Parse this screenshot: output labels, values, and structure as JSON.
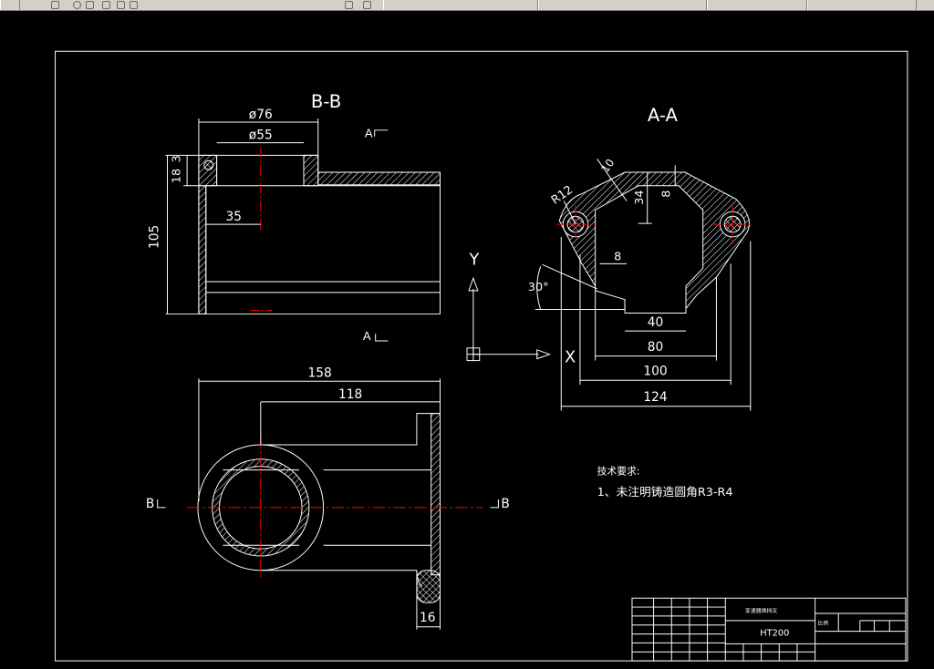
{
  "toolbar": {
    "icons": [
      "new-icon",
      "open-icon",
      "save-icon",
      "print-icon",
      "plot-icon",
      "undo-icon",
      "redo-icon",
      "layer-icon"
    ]
  },
  "drawing": {
    "section_bb_title": "B-B",
    "section_aa_title": "A-A",
    "marker_a": "A",
    "marker_b": "B",
    "axis_x": "X",
    "axis_y": "Y",
    "dims_bb": {
      "d76": "ø76",
      "d55": "ø55",
      "h18": "18",
      "h3": "3",
      "d35": "35",
      "h105": "105"
    },
    "dims_aa": {
      "r12": "R12",
      "d10": "10",
      "d34": "34",
      "d8a": "8",
      "d8b": "8",
      "angle30": "30°",
      "d40": "40",
      "d80": "80",
      "d100": "100",
      "d124": "124"
    },
    "dims_plan": {
      "d158": "158",
      "d118": "118",
      "d16": "16"
    },
    "tech_req_title": "技术要求:",
    "tech_req_1": "1、未注明铸造圆角R3-R4",
    "title_block": {
      "part_name": "变速器换挡叉",
      "material": "HT200",
      "scale": "比例"
    }
  },
  "colors": {
    "line": "#ffffff",
    "center": "#ff0000",
    "background": "#000000"
  }
}
